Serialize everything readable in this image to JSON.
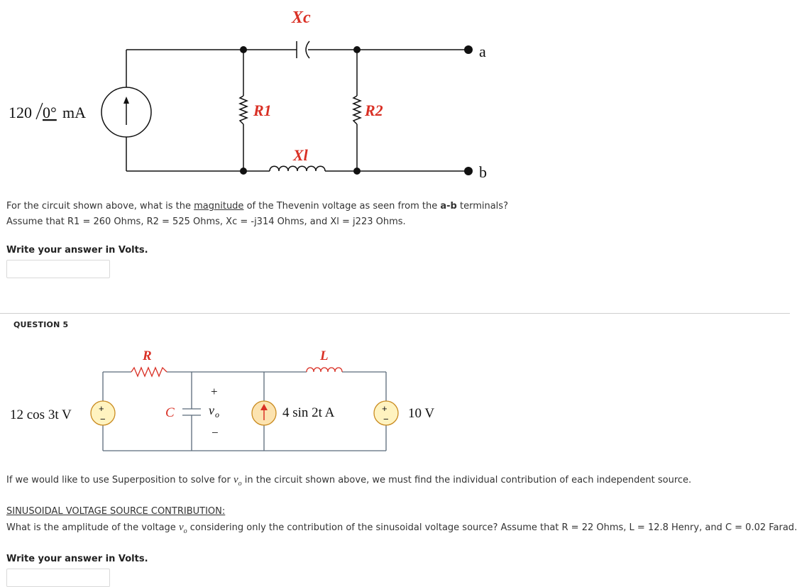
{
  "question4": {
    "circuit": {
      "source_label": "120",
      "source_angle": "0°",
      "source_unit": "mA",
      "xc_label": "Xc",
      "r1_label": "R1",
      "r2_label": "R2",
      "xl_label": "Xl",
      "terminal_a": "a",
      "terminal_b": "b"
    },
    "prompt_pre": "For the circuit shown above, what is the ",
    "prompt_underlined": "magnitude",
    "prompt_mid": " of the Thevenin voltage as seen from the ",
    "prompt_bold": "a-b",
    "prompt_post": " terminals?",
    "assumption": "Assume that R1 = 260 Ohms, R2 = 525 Ohms, Xc = -j314 Ohms, and Xl = j223 Ohms.",
    "answer_instruction": "Write your answer in Volts.",
    "answer_value": ""
  },
  "question5": {
    "header": "QUESTION 5",
    "circuit": {
      "vsource_label": "12 cos 3t V",
      "r_label": "R",
      "l_label": "L",
      "c_label": "C",
      "vo_plus": "+",
      "vo_label": "v",
      "vo_sub": "o",
      "vo_minus": "−",
      "isource_label": "4 sin 2t A",
      "dc_label": "10 V"
    },
    "intro_pre": "If we would like to use Superposition to solve for ",
    "intro_post": " in the circuit shown above, we must find the individual contribution of each independent source.",
    "section_title": "SINUSOIDAL VOLTAGE SOURCE CONTRIBUTION:",
    "question_pre": "What is the amplitude of the voltage ",
    "question_post": " considering only the contribution of the sinusoidal voltage source? Assume that R = 22 Ohms, L = 12.8 Henry, and C = 0.02 Farad.",
    "answer_instruction": "Write your answer in Volts.",
    "answer_value": ""
  }
}
